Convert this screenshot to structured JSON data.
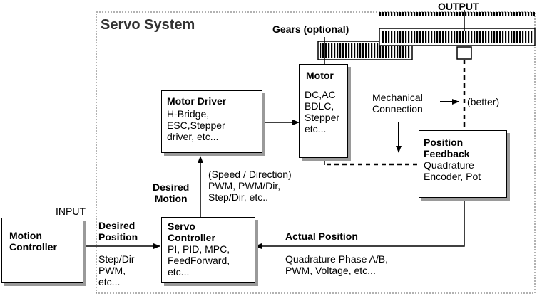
{
  "labels": {
    "servo_system": "Servo System",
    "output": "OUTPUT",
    "input": "INPUT",
    "gears": "Gears (optional)",
    "mechanical_connection": "Mechanical\nConnection",
    "better": "(better)",
    "desired_motion": "Desired\nMotion",
    "speed_direction": "(Speed / Direction)\nPWM, PWM/Dir,\nStep/Dir, etc..",
    "desired_position": "Desired\nPosition",
    "step_dir": "Step/Dir\nPWM,\netc...",
    "actual_position": "Actual Position",
    "quadrature_phase": "Quadrature Phase A/B,\nPWM, Voltage, etc..."
  },
  "boxes": {
    "motor": {
      "title": "Motor",
      "body": "DC,AC\nBDLC,\nStepper\netc..."
    },
    "motor_driver": {
      "title": "Motor Driver",
      "body": "H-Bridge,\nESC,Stepper\ndriver, etc..."
    },
    "position_feedback": {
      "title": "Position\nFeedback",
      "body": "Quadrature\nEncoder, Pot"
    },
    "servo_controller": {
      "title": "Servo\nController",
      "body": "PI, PID, MPC,\nFeedForward,\netc..."
    },
    "motion_controller": {
      "title": "Motion\nController"
    }
  }
}
